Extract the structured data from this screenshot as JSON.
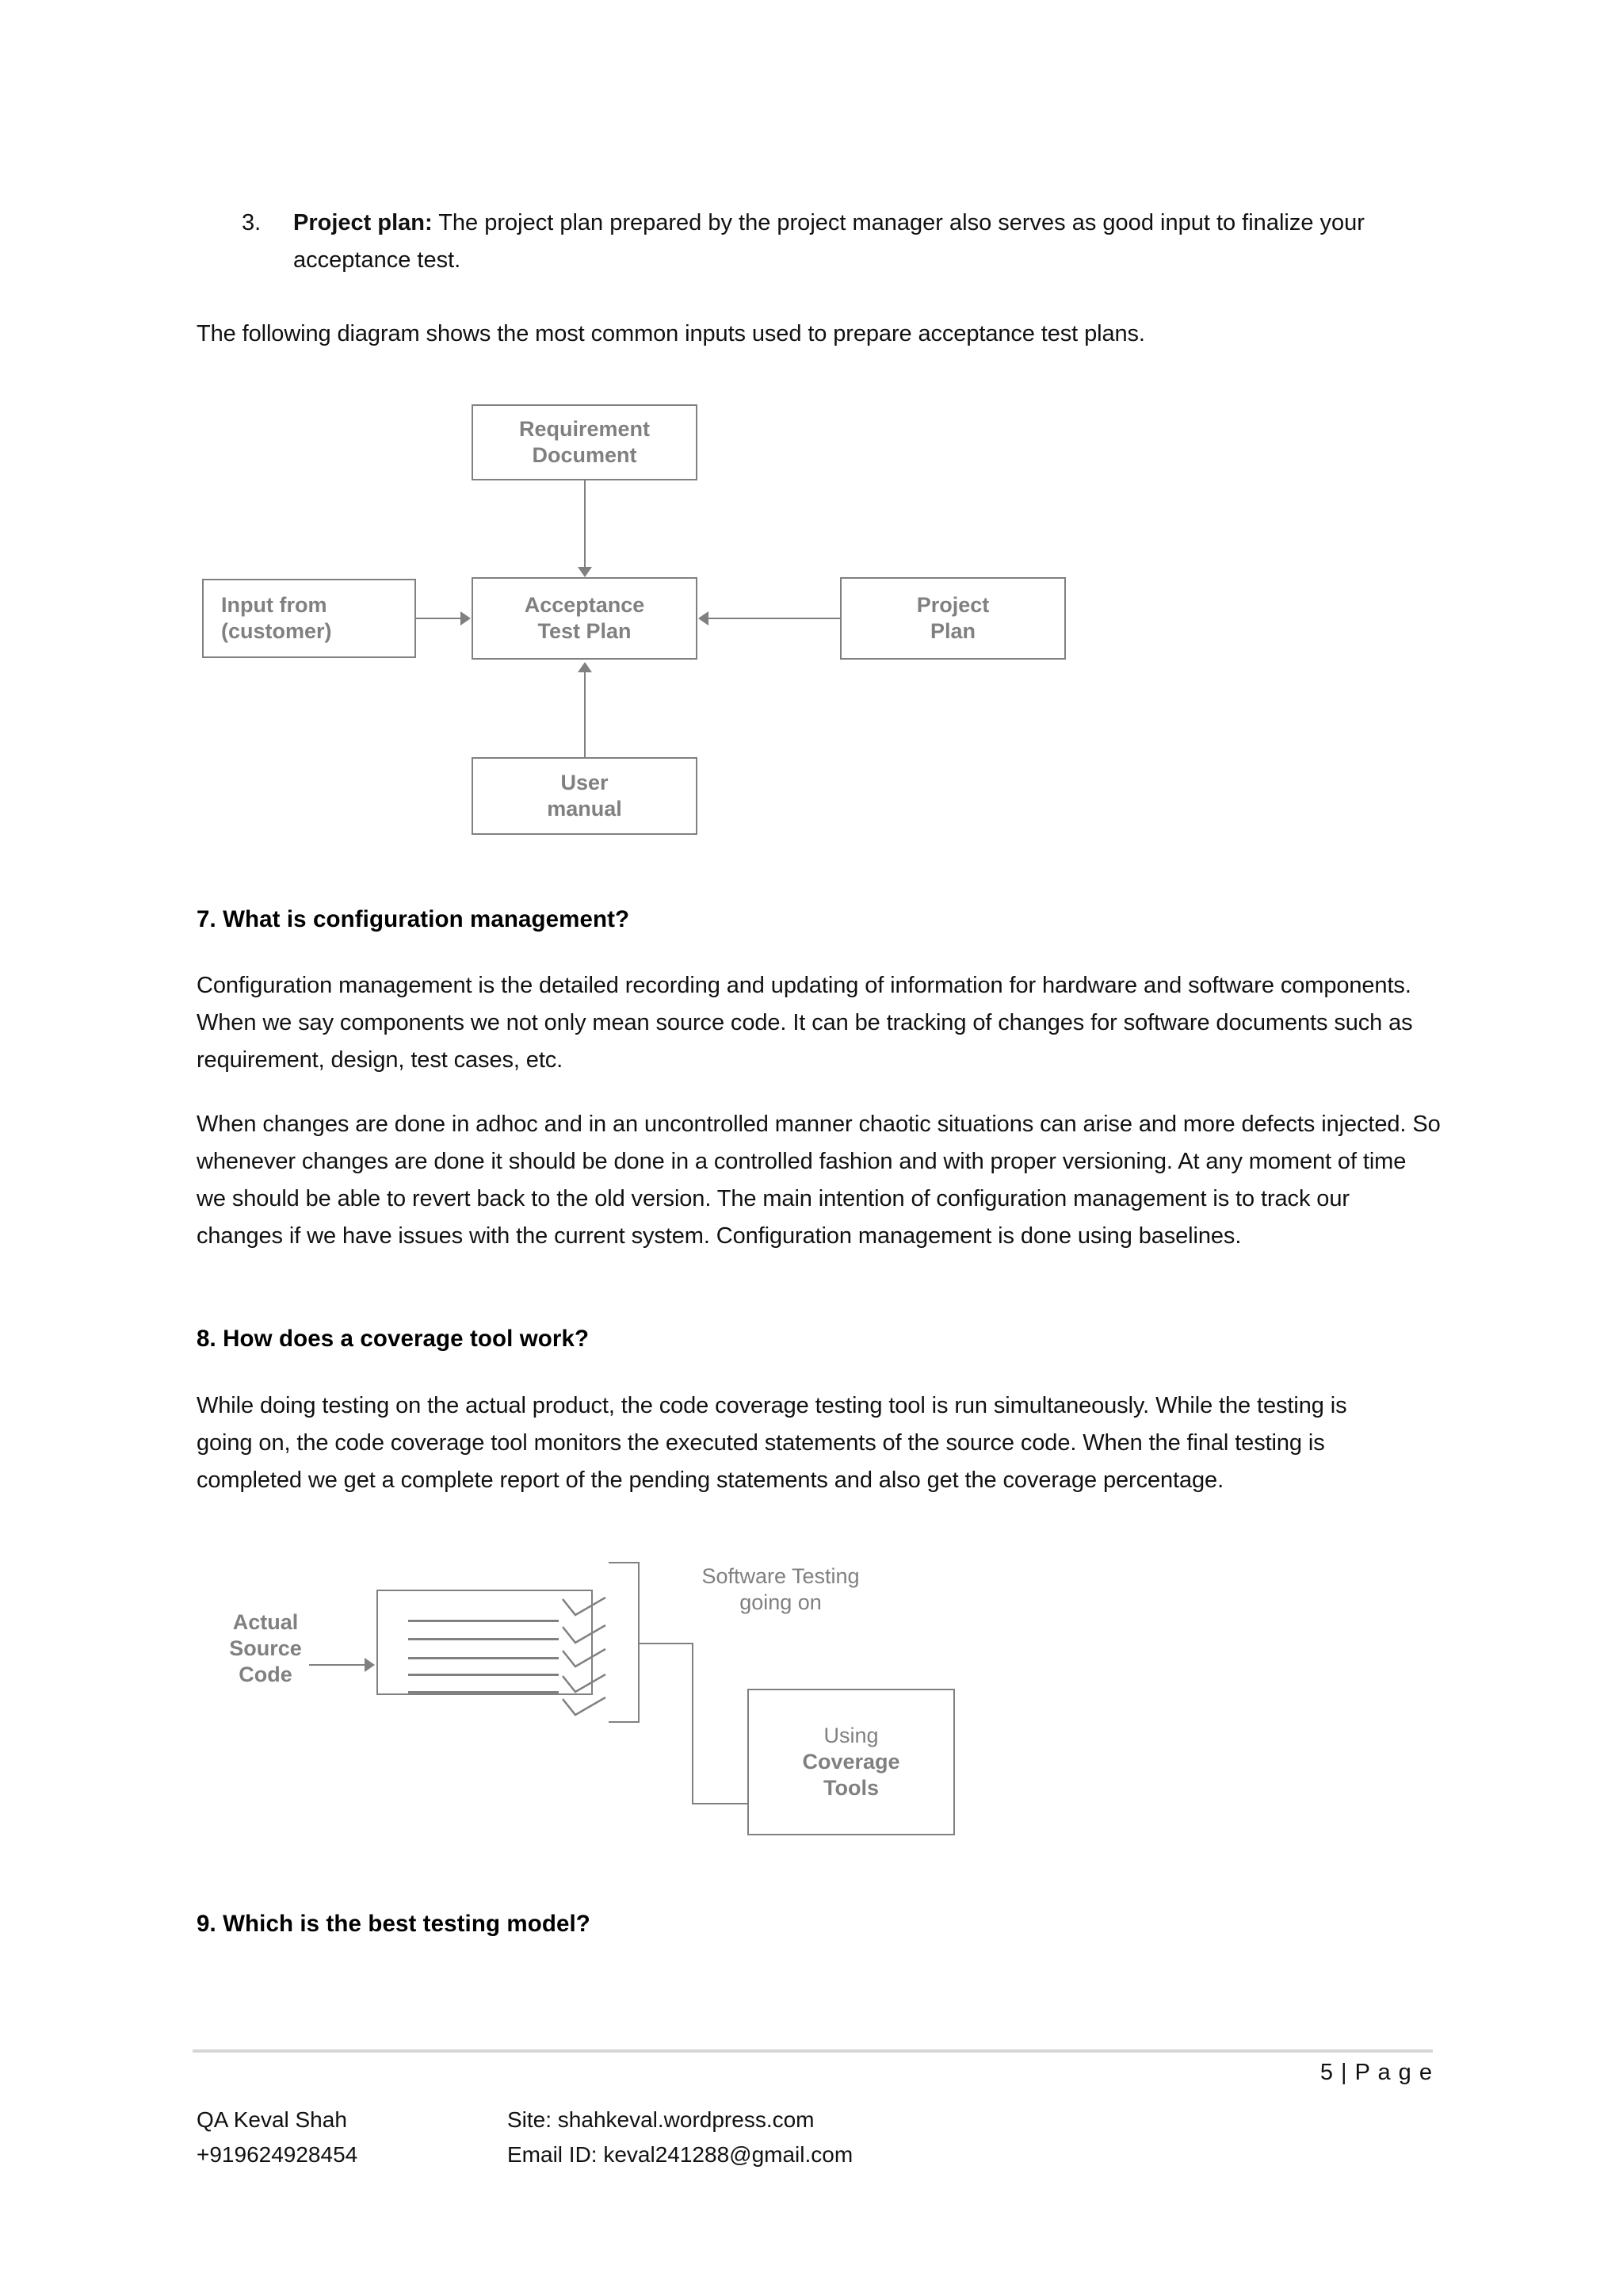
{
  "document": {
    "list_item": {
      "marker": "3.",
      "label": "Project plan:",
      "text": " The project plan prepared by the project manager also serves as good input to finalize your acceptance test."
    },
    "intro_line": "The following diagram shows the most common inputs used to prepare acceptance test plans.",
    "sections": [
      {
        "heading": "7. What is configuration management?",
        "paragraphs": [
          "Configuration management is the detailed recording and updating of information for hardware and software components. When we say components we not only mean source code. It can be tracking of changes for software documents such as requirement, design, test cases, etc.",
          "When changes are done in adhoc and in an uncontrolled manner chaotic situations can arise and more defects injected. So whenever changes are done it should be done in a controlled fashion and with proper versioning. At any moment of time we should be able to revert back to the old version. The main intention of configuration management is to track our changes if we have issues with the current system. Configuration management is done using baselines."
        ]
      },
      {
        "heading": "8. How does a coverage tool work?",
        "paragraphs": [
          "While doing testing on the actual product, the code coverage testing tool is run simultaneously. While the testing is going on, the code coverage tool monitors the executed statements of the source code. When the final testing is completed we get a complete report of the pending statements and also get the coverage percentage."
        ]
      },
      {
        "heading": "9. Which is the best testing model?",
        "paragraphs": []
      }
    ]
  },
  "diagram_acceptance": {
    "boxes": {
      "requirement_document": "Requirement\nDocument",
      "input_from_customer": "Input from\n(customer)",
      "acceptance_test_plan": "Acceptance\nTest Plan",
      "project_plan": "Project\nPlan",
      "user_manual": "User\nmanual"
    },
    "colors": {
      "stroke": "#808080",
      "text": "#808080"
    }
  },
  "diagram_coverage": {
    "labels": {
      "actual_source_code": "Actual\nSource\nCode",
      "software_testing": "Software Testing\ngoing on",
      "using": "Using",
      "coverage_tools": "Coverage\nTools"
    },
    "code_lines": 5,
    "check_marks": 5,
    "colors": {
      "stroke": "#808080",
      "text": "#808080"
    }
  },
  "footer": {
    "page_number": "5 | P a g e",
    "name": "QA Keval Shah",
    "phone": "+919624928454",
    "site": "Site: shahkeval.wordpress.com",
    "email": "Email ID: keval241288@gmail.com"
  }
}
